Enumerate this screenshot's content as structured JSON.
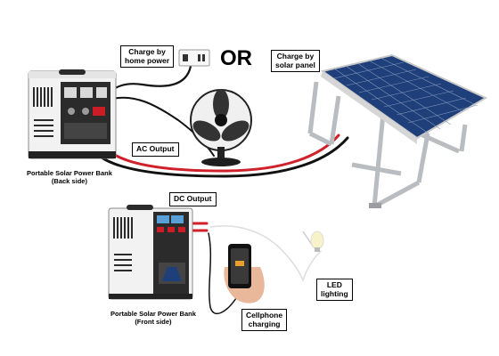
{
  "labels": {
    "charge_home": "Charge by\nhome power",
    "or": "OR",
    "charge_solar": "Charge by\nsolar panel",
    "ac_output": "AC Output",
    "back_caption": "Portable Solar Power Bank\n(Back side)",
    "dc_output": "DC Output",
    "front_caption": "Portable Solar Power Bank\n(Front side)",
    "cellphone": "Cellphone\ncharging",
    "led": "LED\nlighting"
  },
  "colors": {
    "cable_red": "#d0202a",
    "cable_black": "#111111",
    "panel_blue": "#1e3f7a",
    "frame_gray": "#b9bcc0",
    "case_white": "#f2f2f2",
    "case_dark": "#2b2b2b"
  }
}
